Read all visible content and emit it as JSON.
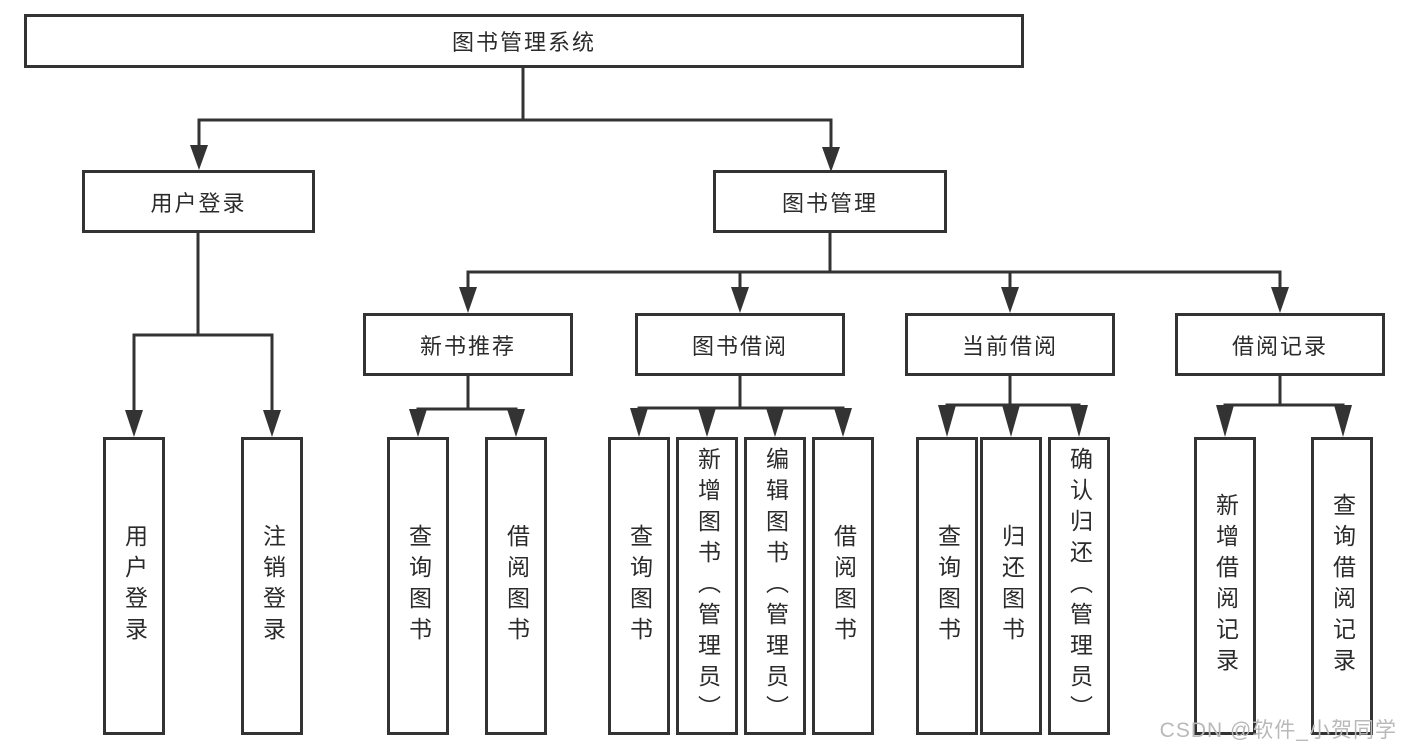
{
  "diagram": {
    "root": {
      "label": "图书管理系统"
    },
    "branches": [
      {
        "label": "用户登录",
        "leaves": [
          {
            "label": "用户登录"
          },
          {
            "label": "注销登录"
          }
        ]
      },
      {
        "label": "图书管理",
        "groups": [
          {
            "label": "新书推荐",
            "leaves": [
              {
                "label": "查询图书"
              },
              {
                "label": "借阅图书"
              }
            ]
          },
          {
            "label": "图书借阅",
            "leaves": [
              {
                "label": "查询图书"
              },
              {
                "label": "新增图书（管理员）"
              },
              {
                "label": "编辑图书（管理员）"
              },
              {
                "label": "借阅图书"
              }
            ]
          },
          {
            "label": "当前借阅",
            "leaves": [
              {
                "label": "查询图书"
              },
              {
                "label": "归还图书"
              },
              {
                "label": "确认归还（管理员）"
              }
            ]
          },
          {
            "label": "借阅记录",
            "leaves": [
              {
                "label": "新增借阅记录"
              },
              {
                "label": "查询借阅记录"
              }
            ]
          }
        ]
      }
    ]
  },
  "watermark": {
    "text": "CSDN @软件_小贺同学"
  },
  "colors": {
    "line": "#333333",
    "box_border": "#333333",
    "text": "#2b2b2b",
    "watermark": "#b9b9b9",
    "background": "#ffffff"
  }
}
